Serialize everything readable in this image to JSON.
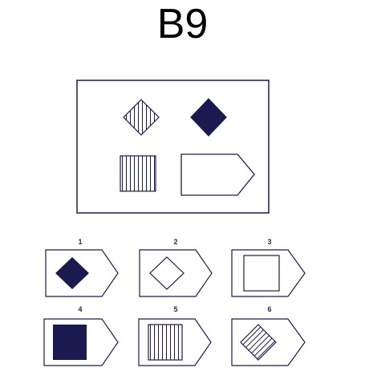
{
  "title": "B9",
  "problem": {
    "cells": [
      {
        "shape": "diamond",
        "fill": "striped",
        "stripe": "vertical"
      },
      {
        "shape": "diamond",
        "fill": "solid"
      },
      {
        "shape": "square",
        "fill": "striped",
        "stripe": "vertical"
      },
      {
        "shape": "missing-arrow"
      }
    ]
  },
  "options": [
    {
      "label": "1",
      "shape": "diamond",
      "fill": "solid"
    },
    {
      "label": "2",
      "shape": "diamond",
      "fill": "empty"
    },
    {
      "label": "3",
      "shape": "square",
      "fill": "empty"
    },
    {
      "label": "4",
      "shape": "square",
      "fill": "solid"
    },
    {
      "label": "5",
      "shape": "square",
      "fill": "striped",
      "stripe": "vertical"
    },
    {
      "label": "6",
      "shape": "diamond",
      "fill": "striped",
      "stripe": "diagonal"
    }
  ],
  "colors": {
    "ink": "#1a1a50",
    "background": "#ffffff"
  }
}
